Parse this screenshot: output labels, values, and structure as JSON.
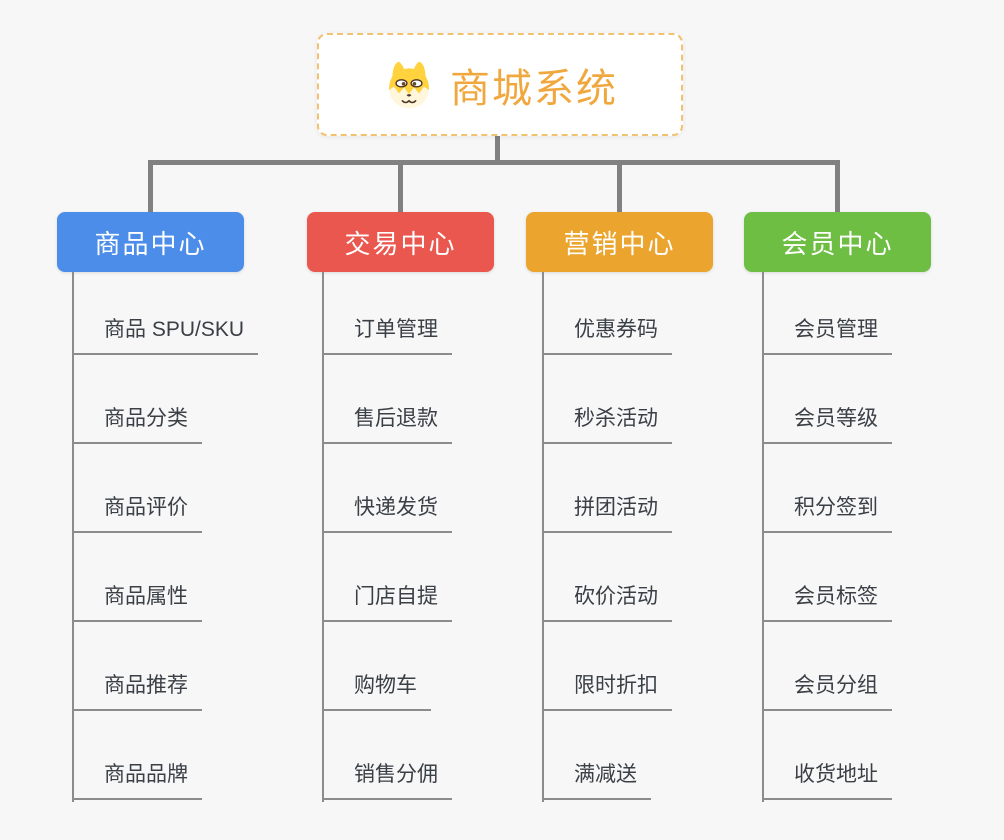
{
  "root": {
    "title": "商城系统",
    "title_color": "#F0A83E",
    "border_color": "#F2C270",
    "icon": "dog-icon"
  },
  "branches": [
    {
      "label": "商品中心",
      "color": "#4B8DE9",
      "children": [
        "商品 SPU/SKU",
        "商品分类",
        "商品评价",
        "商品属性",
        "商品推荐",
        "商品品牌"
      ]
    },
    {
      "label": "交易中心",
      "color": "#E9574F",
      "children": [
        "订单管理",
        "售后退款",
        "快递发货",
        "门店自提",
        "购物车",
        "销售分佣"
      ]
    },
    {
      "label": "营销中心",
      "color": "#EBA42E",
      "children": [
        "优惠券码",
        "秒杀活动",
        "拼团活动",
        "砍价活动",
        "限时折扣",
        "满减送"
      ]
    },
    {
      "label": "会员中心",
      "color": "#6FBE44",
      "children": [
        "会员管理",
        "会员等级",
        "积分签到",
        "会员标签",
        "会员分组",
        "收货地址"
      ]
    }
  ],
  "connector_color": "#818181",
  "background_color": "#F7F7F7"
}
